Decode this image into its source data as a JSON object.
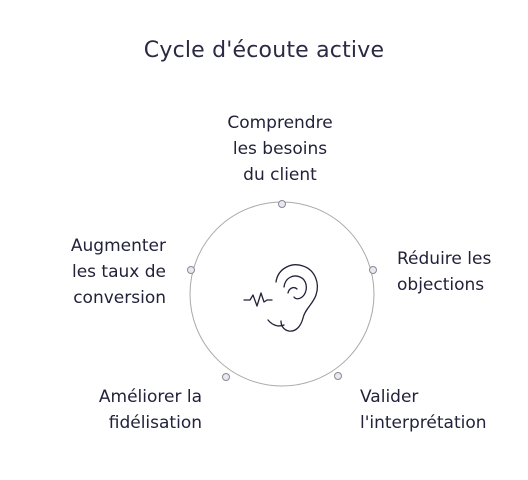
{
  "title": "Cycle d'écoute active",
  "steps": [
    {
      "lines": [
        "Comprendre",
        "les besoins",
        "du client"
      ]
    },
    {
      "lines": [
        "Réduire les",
        "objections"
      ]
    },
    {
      "lines": [
        "Valider",
        "l'interprétation"
      ]
    },
    {
      "lines": [
        "Améliorer la",
        "fidélisation"
      ]
    },
    {
      "lines": [
        "Augmenter",
        "les taux de",
        "conversion"
      ]
    }
  ],
  "center_icon": "ear-listening-icon",
  "colors": {
    "text": "#22223a",
    "circle": "#a9a9a9",
    "node_fill": "#e8e8ee",
    "icon": "#22223a"
  }
}
